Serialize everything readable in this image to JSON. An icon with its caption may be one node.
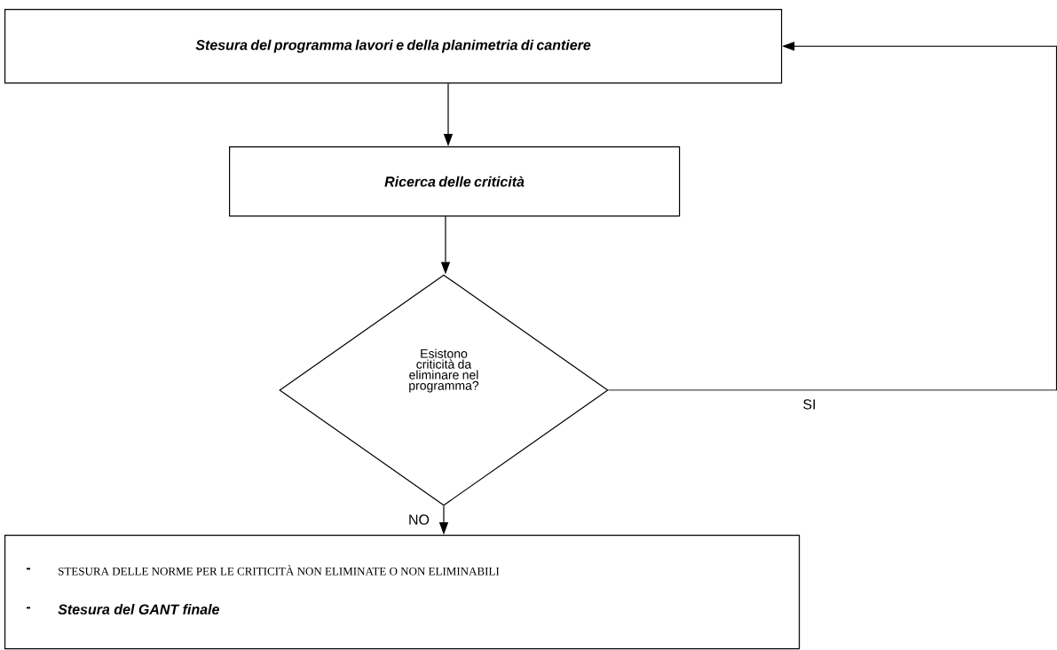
{
  "diagram": {
    "nodes": [
      {
        "text": [
          "Stesura del programma lavori e della planimetria di cantiere"
        ]
      },
      {
        "text": [
          "Ricerca delle criticità"
        ]
      },
      {
        "text": [
          "Esistono criticità da eliminare nel programma?"
        ]
      },
      {
        "text": [
          "STESURA DELLE NORME PER LE CRITICITÀ NON ELIMINATE O NON ELIMINABILI",
          "Stesura del GANT finale"
        ]
      }
    ],
    "edges": [
      {
        "from": 0,
        "to": 1,
        "arrow": "to"
      },
      {
        "from": 1,
        "to": 2,
        "arrow": "to"
      },
      {
        "from": 2,
        "to": 3,
        "arrow": "to",
        "label": "NO"
      },
      {
        "from": 2,
        "to": 0,
        "arrow": "to",
        "label": "SI"
      }
    ],
    "labels": [
      "-",
      "-"
    ]
  }
}
